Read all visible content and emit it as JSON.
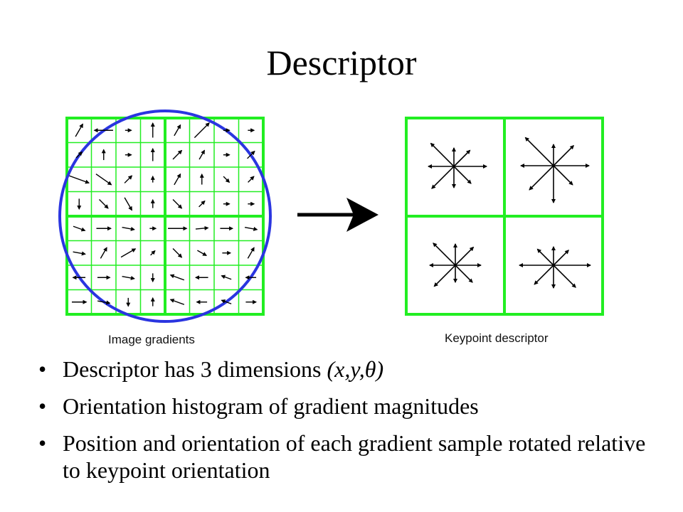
{
  "slide": {
    "title": "Descriptor",
    "bullets": [
      {
        "text": "Descriptor has 3 dimensions ",
        "math": "(x,y,θ)"
      },
      {
        "text": "Orientation histogram of gradient magnitudes",
        "math": ""
      },
      {
        "text": "Position and orientation of each gradient sample rotated relative to keypoint orientation",
        "math": ""
      }
    ]
  },
  "figure": {
    "left_caption": "Image gradients",
    "right_caption": "Keypoint descriptor",
    "colors": {
      "grid": "#22ee22",
      "circle": "#2a35e0",
      "arrow": "#000000"
    },
    "grid_size": 8,
    "subregions_per_side": 2,
    "descriptor_bins": 8
  }
}
